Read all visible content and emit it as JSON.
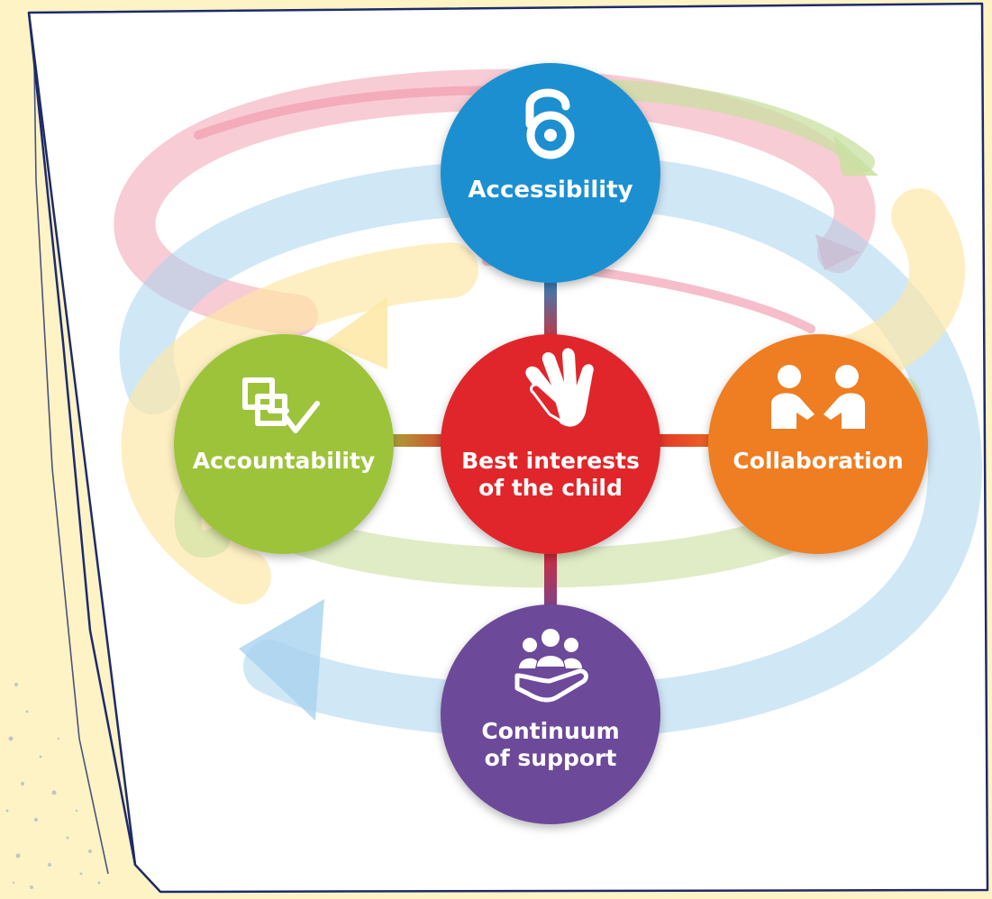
{
  "diagram": {
    "center": {
      "label": "Best interests of the child",
      "line1": "Best interests",
      "line2": "of the child",
      "color": "#e0262b",
      "icon": "hands-icon"
    },
    "nodes": [
      {
        "id": "accessibility",
        "label": "Accessibility",
        "color": "#1a8fd0",
        "icon": "open-lock-icon"
      },
      {
        "id": "accountability",
        "label": "Accountability",
        "color": "#9dc33b",
        "icon": "documents-check-icon"
      },
      {
        "id": "collaboration",
        "label": "Collaboration",
        "color": "#ef7d22",
        "icon": "two-people-icon"
      },
      {
        "id": "continuum",
        "label": "Continuum of support",
        "line1": "Continuum",
        "line2": "of support",
        "color": "#6d4a9a",
        "icon": "people-hand-icon"
      }
    ],
    "colors": {
      "background": "#fdf3c4",
      "paper": "#ffffff",
      "border": "#1d2a6b",
      "arrow_pink": "#f2a2b3",
      "arrow_blue": "#a9d3ef",
      "arrow_yellow": "#fde7a3",
      "arrow_green": "#c9e0a0"
    }
  }
}
